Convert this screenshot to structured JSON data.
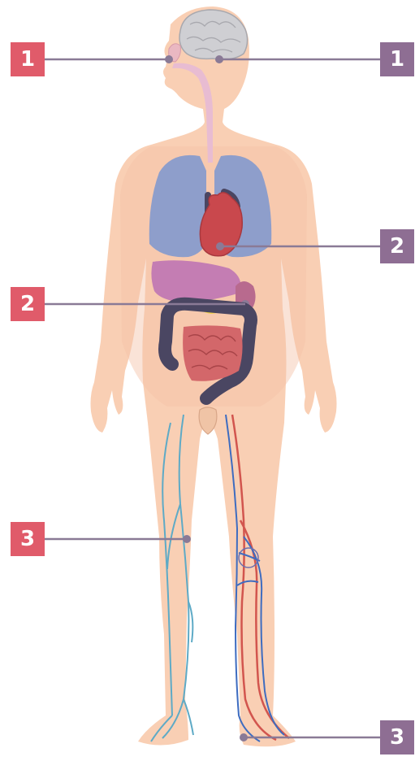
{
  "colors": {
    "left_marker": "#e05b6a",
    "right_marker": "#8e6e93",
    "leader_line": "#8a7a96",
    "skin": "#f8c8a8",
    "lungs": "#8c9cc8",
    "heart": "#c9484d",
    "liver": "#c07ab0",
    "colon": "#4a4662",
    "intestine": "#d06468",
    "veins": "#5aa6c4",
    "arteries": "#d2554e",
    "deep_veins": "#3e6cc0",
    "brain": "#c8c8cc",
    "airway": "#e4b8d0"
  },
  "markers": {
    "left": [
      {
        "label": "1"
      },
      {
        "label": "2"
      },
      {
        "label": "3"
      }
    ],
    "right": [
      {
        "label": "1"
      },
      {
        "label": "2"
      },
      {
        "label": "3"
      }
    ]
  },
  "illustration": {
    "subject": "human-body-anatomy",
    "organs": [
      "brain",
      "nose",
      "airway",
      "lungs",
      "heart",
      "liver",
      "stomach",
      "colon",
      "small-intestine",
      "bladder",
      "leg-veins",
      "leg-arteries"
    ]
  }
}
